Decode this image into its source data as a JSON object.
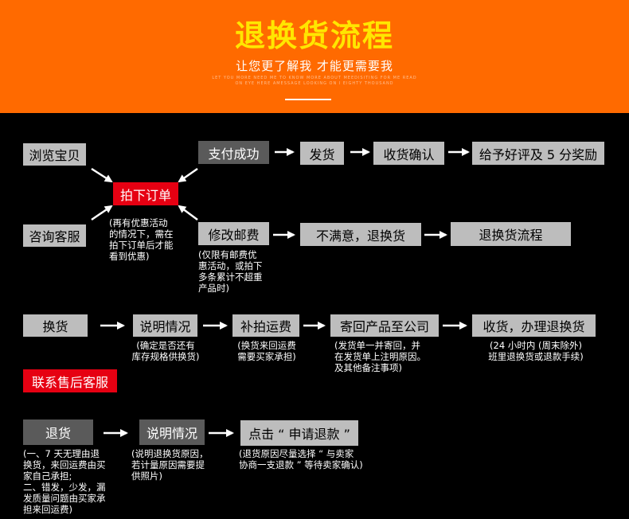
{
  "header": {
    "title": "退换货流程",
    "subtitle": "让您更了解我 才能更需要我",
    "tagline_1": "LET YOU MORE NEED ME TO KNOW MORE ABOUT MEEDISITING FOR ME READ",
    "tagline_2": "ON EYE HERE AMESSAGE LOOKING ON I EIGHTY THOUSAND"
  },
  "colors": {
    "header_bg": "#ff6a00",
    "title": "#ffe600",
    "box_light": "#bdbdbd",
    "box_dark": "#5a5a5a",
    "box_red": "#e60012"
  },
  "purchase_flow": {
    "browse": "浏览宝贝",
    "consult": "咨询客服",
    "place_order": "拍下订单",
    "order_note": [
      "(再有优惠活动",
      "的情况下，需在",
      "拍下订单后才能",
      "看到优惠)"
    ],
    "pay_success": "支付成功",
    "ship": "发货",
    "confirm_receipt": "收货确认",
    "praise": "给予好评及 5 分奖励",
    "modify_postage": "修改邮费",
    "postage_note": [
      "(仅限有邮费优",
      "惠活动，或拍下",
      "多条累计不超重",
      "产品时)"
    ],
    "unsatisfied": "不满意，退换货",
    "return_flow": "退换货流程"
  },
  "exchange_flow": {
    "exchange": "换货",
    "explain": "说明情况",
    "explain_note": [
      "(确定是否还有",
      "库存规格供换货)"
    ],
    "repay_shipping": "补拍运费",
    "repay_note": [
      "(换货来回运费",
      "需要买家承担)"
    ],
    "send_back": "寄回产品至公司",
    "send_back_note": [
      "(发货单一并寄回，并",
      "在发货单上注明原因。",
      "及其他备注事项)"
    ],
    "receive_process": "收货，办理退换货",
    "receive_note": [
      "(24 小时内 (周末除外)",
      "班里退换货或退款手续)"
    ],
    "contact_service": "联系售后客服"
  },
  "return_flow": {
    "return": "退货",
    "return_note": [
      "(一、7 天无理由退",
      "换货，来回运费由买",
      "家自己承担;",
      "二、错发，少发，漏",
      "发质量问题由买家承",
      "担来回运费)"
    ],
    "explain": "说明情况",
    "explain_note": [
      "(说明退换货原因，",
      "若计量原因需要提",
      "供照片)"
    ],
    "apply_refund": "点击 “ 申请退款 ”",
    "apply_note": [
      "(退货原因尽量选择 “ 与卖家",
      "协商一支退款 ” 等待卖家确认)"
    ]
  }
}
